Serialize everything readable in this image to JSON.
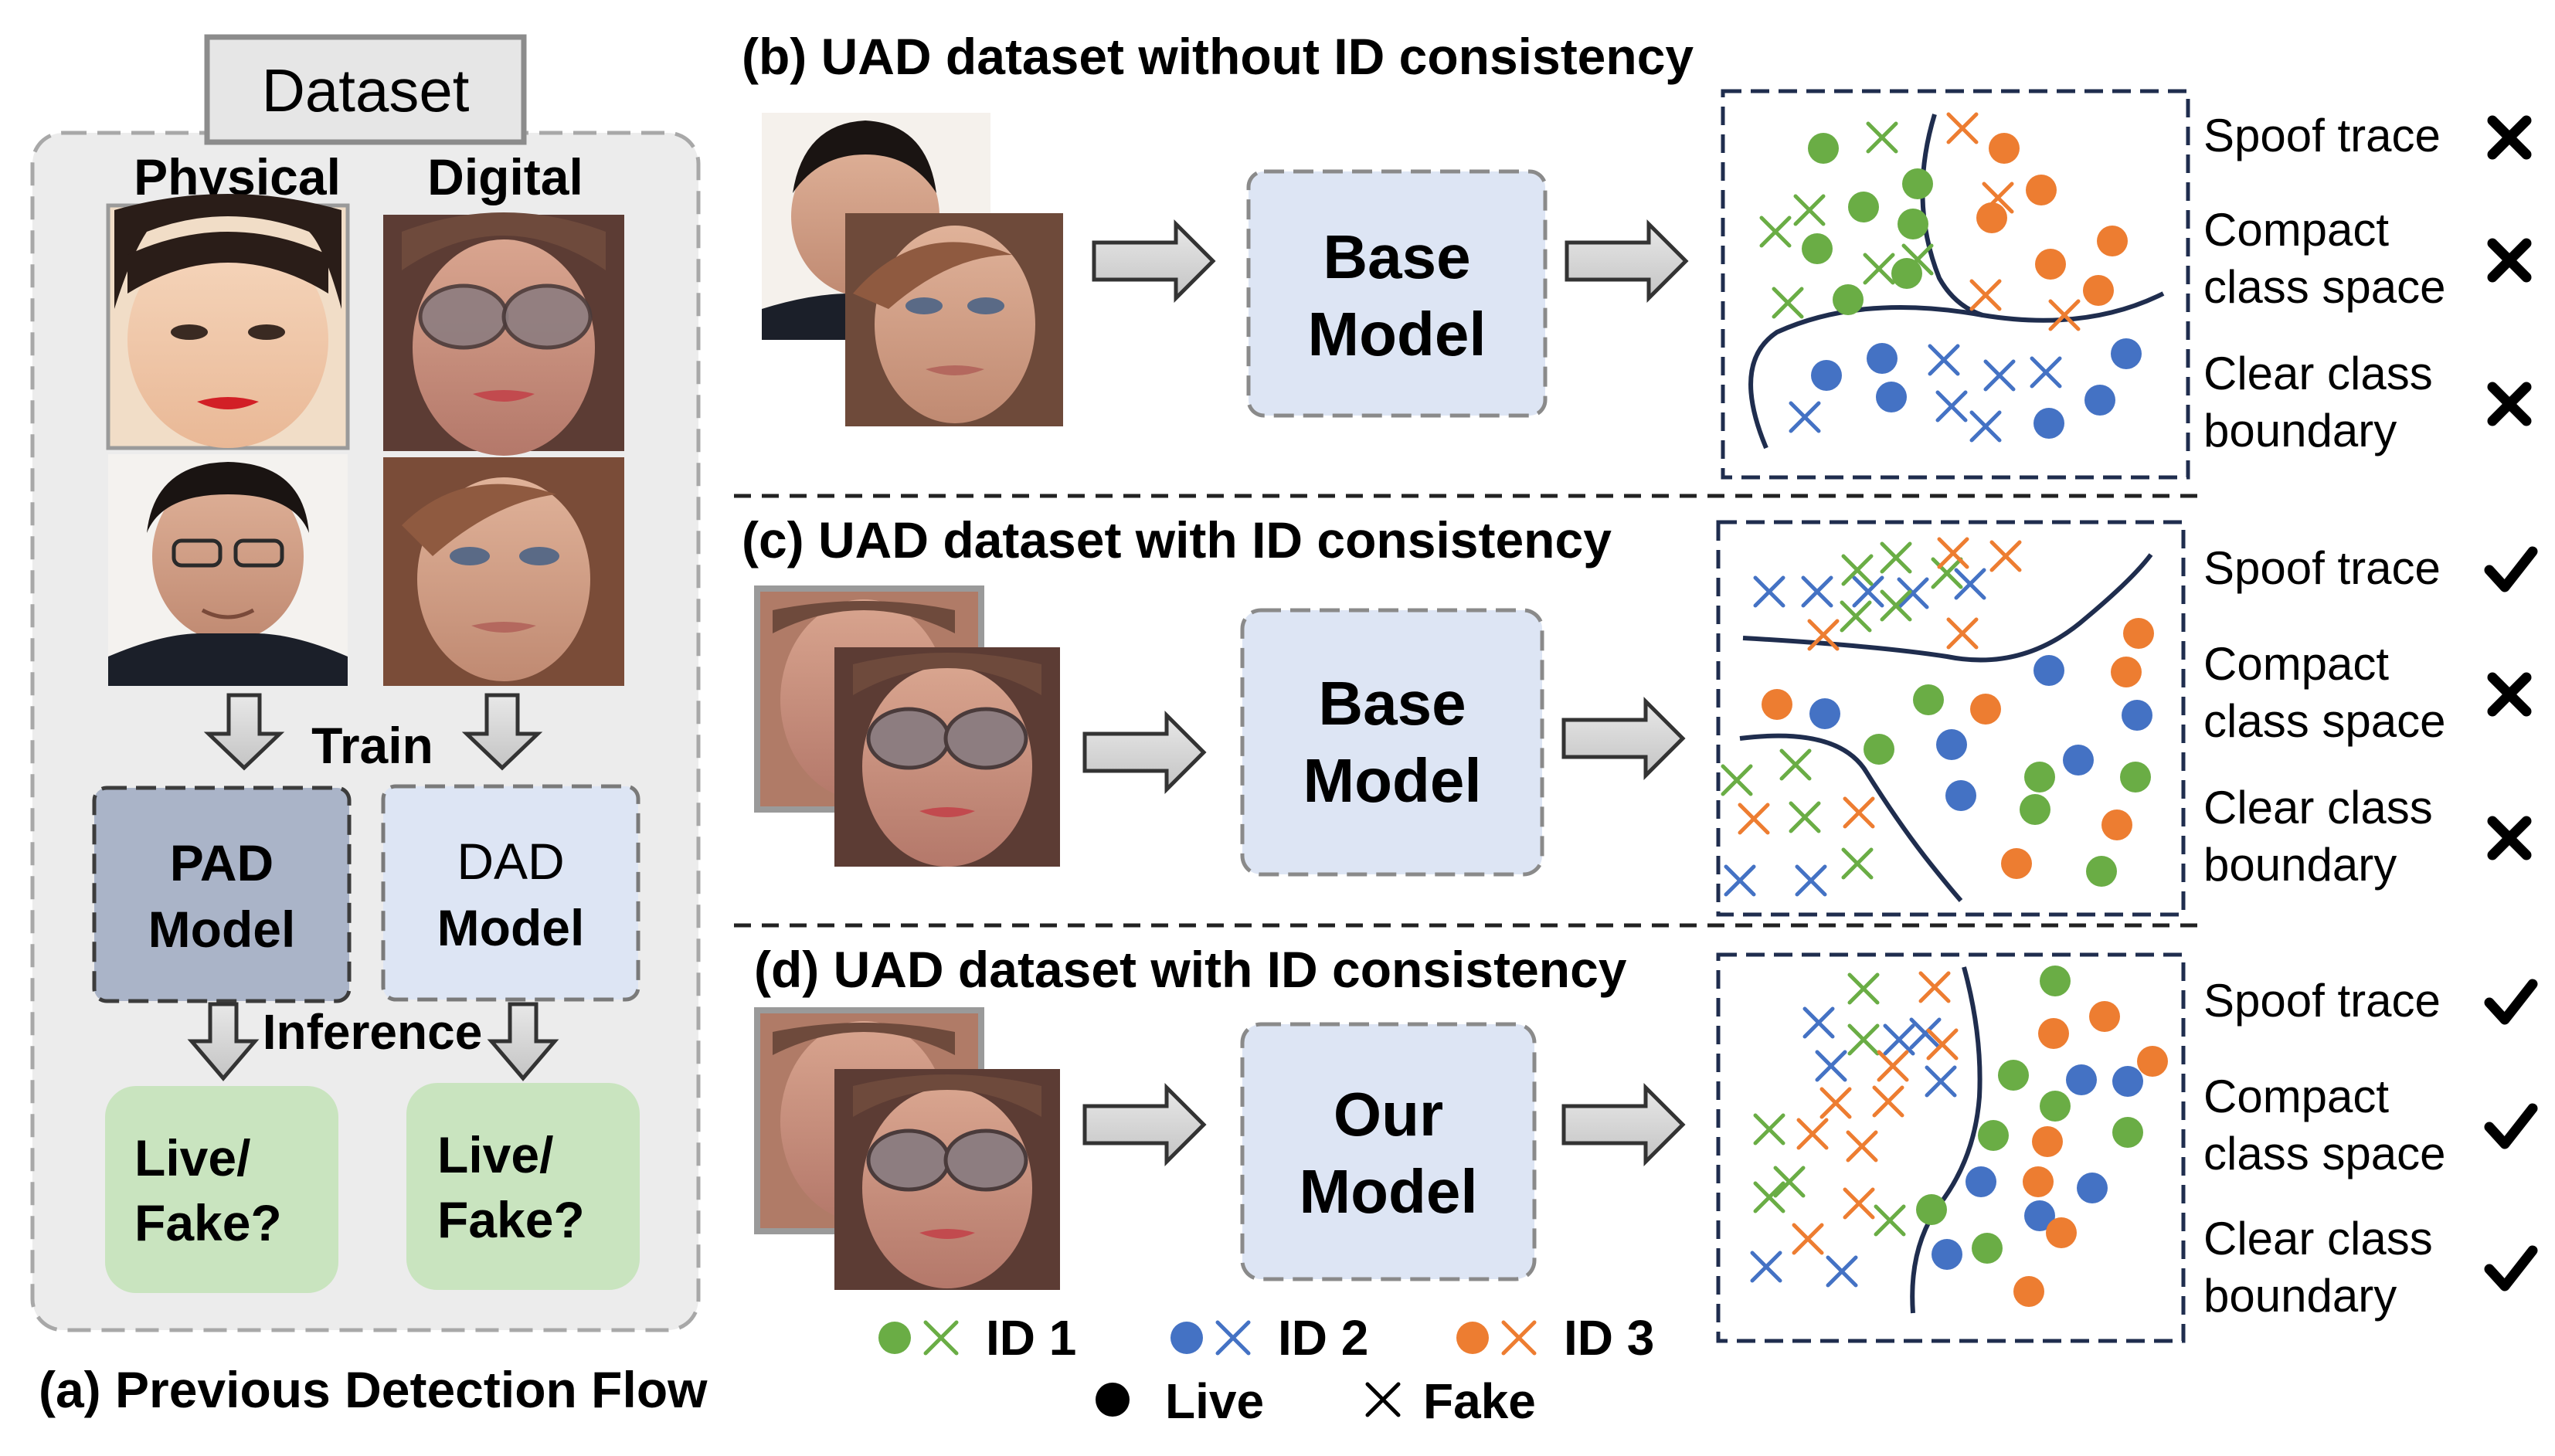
{
  "panel_a": {
    "dataset_label": "Dataset",
    "col_physical": "Physical",
    "col_digital": "Digital",
    "train_label": "Train",
    "inference_label": "Inference",
    "pad_model": [
      "PAD",
      "Model"
    ],
    "dad_model": [
      "DAD",
      "Model"
    ],
    "live_fake": [
      "Live/",
      "Fake?"
    ],
    "caption": "(a) Previous Detection Flow"
  },
  "panel_b": {
    "title": "(b) UAD dataset without ID consistency",
    "model": [
      "Base",
      "Model"
    ],
    "criteria": [
      {
        "label": [
          "Spoof trace"
        ],
        "ok": false
      },
      {
        "label": [
          "Compact",
          "class space"
        ],
        "ok": false
      },
      {
        "label": [
          "Clear class",
          "boundary"
        ],
        "ok": false
      }
    ]
  },
  "panel_c": {
    "title": "(c) UAD dataset with ID consistency",
    "model": [
      "Base",
      "Model"
    ],
    "criteria": [
      {
        "label": [
          "Spoof trace"
        ],
        "ok": true
      },
      {
        "label": [
          "Compact",
          "class space"
        ],
        "ok": false
      },
      {
        "label": [
          "Clear class",
          "boundary"
        ],
        "ok": false
      }
    ]
  },
  "panel_d": {
    "title": "(d) UAD dataset with ID consistency",
    "model": [
      "Our",
      "Model"
    ],
    "criteria": [
      {
        "label": [
          "Spoof trace"
        ],
        "ok": true
      },
      {
        "label": [
          "Compact",
          "class space"
        ],
        "ok": true
      },
      {
        "label": [
          "Clear class",
          "boundary"
        ],
        "ok": true
      }
    ]
  },
  "legend": {
    "ids": [
      {
        "label": "ID 1",
        "color": "#6aad45"
      },
      {
        "label": "ID 2",
        "color": "#4472c4"
      },
      {
        "label": "ID 3",
        "color": "#ed7d31"
      }
    ],
    "live": "Live",
    "fake": "Fake"
  },
  "colors": {
    "id1": "#6aad45",
    "id2": "#4472c4",
    "id3": "#ed7d31",
    "boundary": "#1f2d4e",
    "model_box": "#dde5f4",
    "pad_box": "#aab4c8",
    "result_box": "#c9e4bf",
    "panel_a_bg": "#ececec"
  }
}
